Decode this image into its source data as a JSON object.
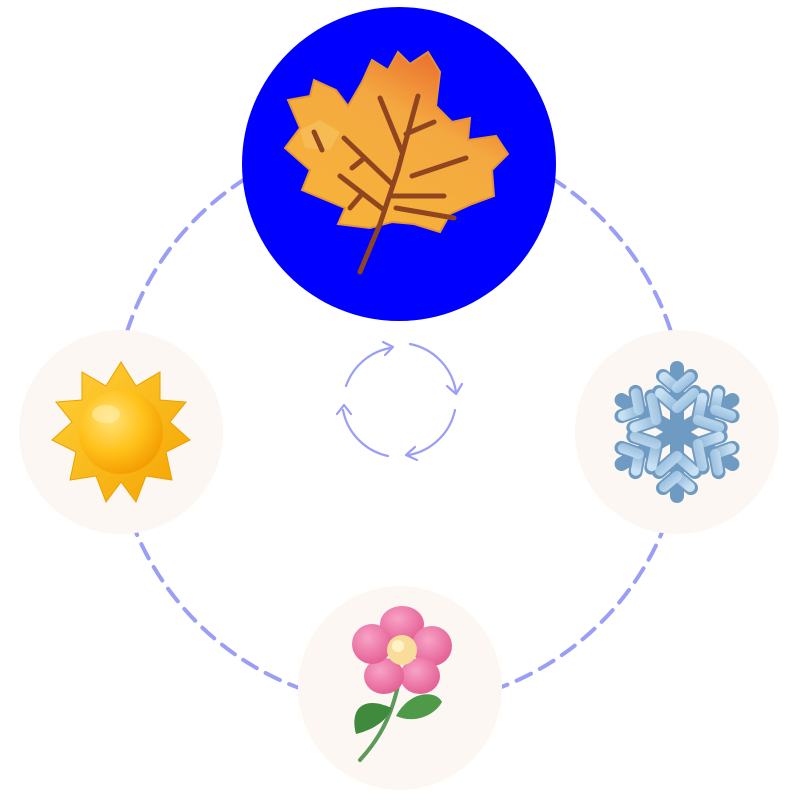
{
  "colors": {
    "ring_dash": "#9a9ef5",
    "cycle_arrows": "#9a9ef5",
    "active_bg": "#0000ff",
    "inactive_bg": "#fcf7f2"
  },
  "seasons": [
    {
      "name": "autumn",
      "icon": "maple-leaf-icon",
      "active": true
    },
    {
      "name": "winter",
      "icon": "snowflake-icon",
      "active": false
    },
    {
      "name": "spring",
      "icon": "flower-icon",
      "active": false
    },
    {
      "name": "summer",
      "icon": "sun-icon",
      "active": false
    }
  ],
  "center_icon": "cycle-arrows-icon"
}
